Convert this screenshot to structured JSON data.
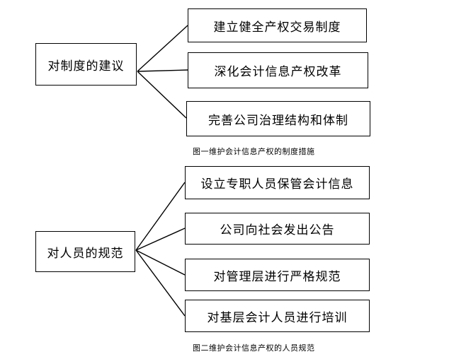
{
  "diagram1": {
    "root": "对制度的建议",
    "children": [
      "建立健全产权交易制度",
      "深化会计信息产权改革",
      "完善公司治理结构和体制"
    ],
    "caption": "图一维护会计信息产权的制度措施"
  },
  "diagram2": {
    "root": "对人员的规范",
    "children": [
      "设立专职人员保管会计信息",
      "公司向社会发出公告",
      "对管理层进行严格规范",
      "对基层会计人员进行培训"
    ],
    "caption": "图二维护会计信息产权的人员规范"
  }
}
